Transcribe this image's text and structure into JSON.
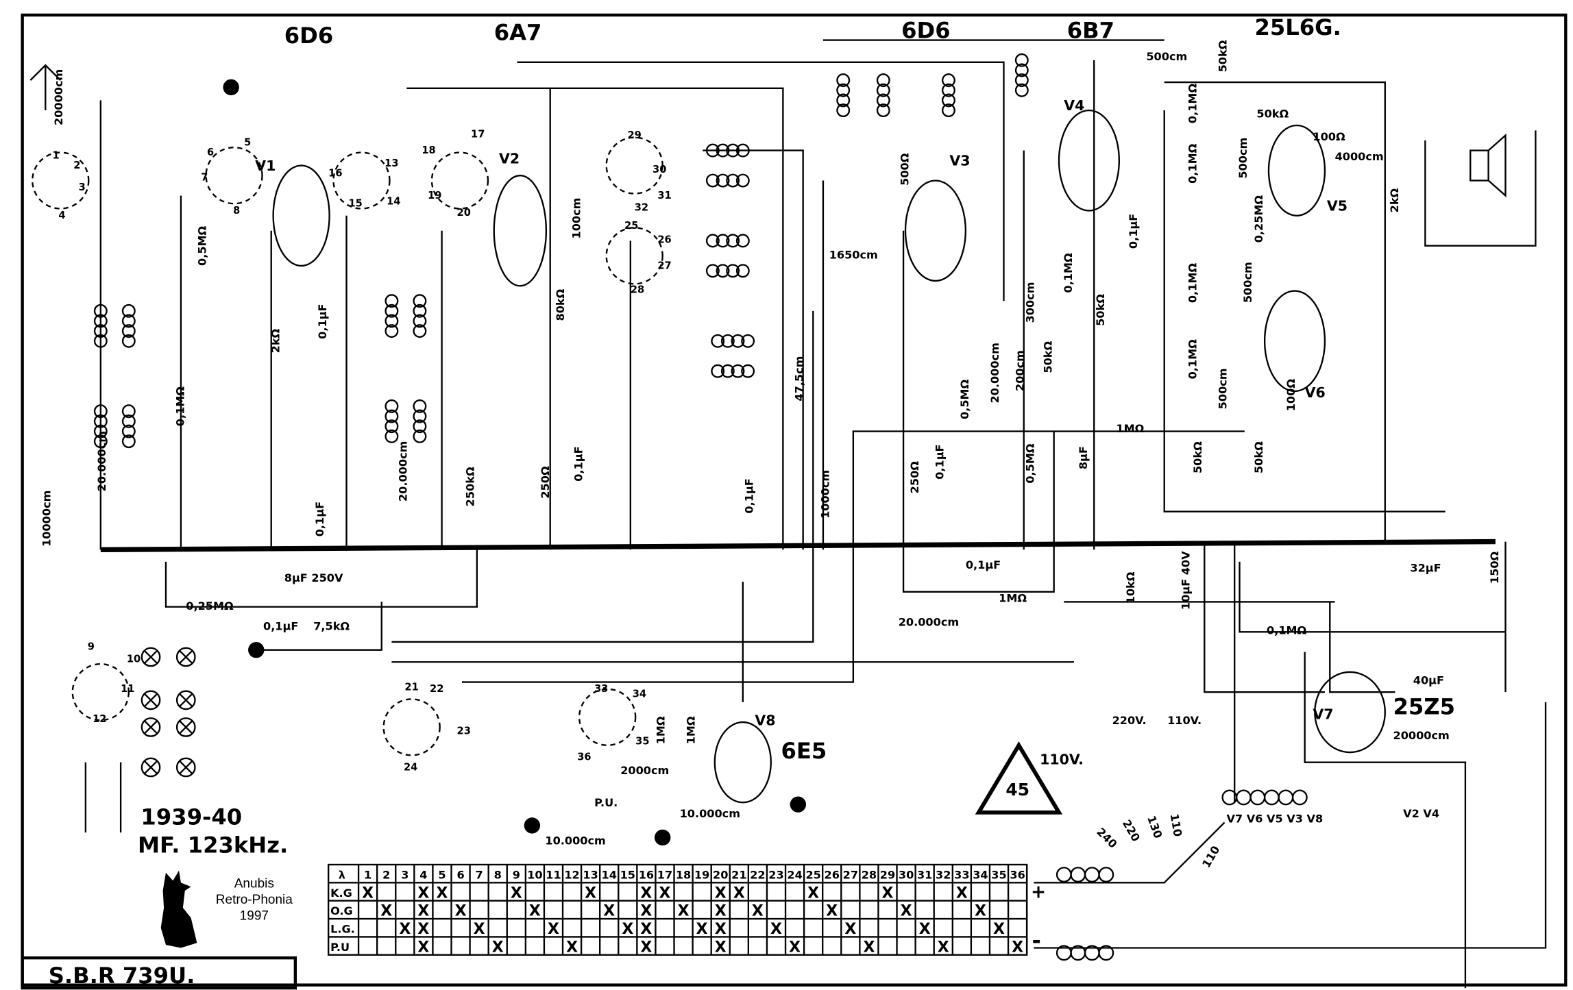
{
  "title_block": {
    "model": "S.B.R 739U.",
    "year": "1939-40",
    "if_freq": "MF. 123kHz."
  },
  "logo": {
    "line1": "Anubis",
    "line2": "Retro-Phonia",
    "line3": "1997",
    "icon": "jackal-silhouette-icon"
  },
  "tubes": [
    {
      "type": "6D6",
      "ref": "V1"
    },
    {
      "type": "6A7",
      "ref": "V2"
    },
    {
      "type": "6D6",
      "ref": "V3"
    },
    {
      "type": "6B7",
      "ref": "V4"
    },
    {
      "type": "25L6G.",
      "ref": "V5"
    },
    {
      "type": "",
      "ref": "V6"
    },
    {
      "type": "25Z5",
      "ref": "V7"
    },
    {
      "type": "6E5",
      "ref": "V8"
    }
  ],
  "components": [
    "20000cm",
    "20.000cm",
    "10000cm",
    "0,5MΩ",
    "2kΩ",
    "0,1µF",
    "0,1MΩ",
    "0,1µF",
    "20.000cm",
    "250kΩ",
    "8µF 250V",
    "0,25MΩ",
    "0,1µF",
    "7,5kΩ",
    "100cm",
    "80kΩ",
    "250Ω",
    "0,1µF",
    "1650cm",
    "47,5cm",
    "0,1µF",
    "1000cm",
    "500Ω",
    "250Ω",
    "0,1µF",
    "0,5MΩ",
    "20.000cm",
    "300cm",
    "200cm",
    "50kΩ",
    "0,1MΩ",
    "0,5MΩ",
    "0,1µF",
    "50kΩ",
    "8µF",
    "1MΩ",
    "500cm",
    "50kΩ",
    "50kΩ",
    "0,1MΩ",
    "0,1MΩ",
    "500cm",
    "0,25MΩ",
    "0,1MΩ",
    "500cm",
    "0,1MΩ",
    "500cm",
    "50kΩ",
    "50kΩ",
    "100Ω",
    "100Ω",
    "4000cm",
    "2kΩ",
    "0,1µF",
    "1MΩ",
    "20.000cm",
    "10kΩ",
    "10µF 40V",
    "0,1MΩ",
    "32µF",
    "150Ω",
    "40µF",
    "20000cm",
    "1MΩ",
    "1MΩ",
    "2000cm",
    "P.U.",
    "10.000cm",
    "10.000cm"
  ],
  "switch_contacts": [
    "1",
    "2",
    "3",
    "4",
    "5",
    "6",
    "7",
    "8",
    "13",
    "14",
    "15",
    "16",
    "17",
    "18",
    "19",
    "20",
    "25",
    "26",
    "27",
    "28",
    "29",
    "30",
    "31",
    "32",
    "9",
    "10",
    "11",
    "12",
    "21",
    "22",
    "23",
    "24",
    "33",
    "34",
    "35",
    "36"
  ],
  "power": {
    "mains_taps": [
      "220V.",
      "110V."
    ],
    "selector": [
      "240",
      "220",
      "130",
      "110"
    ],
    "dropper": "110",
    "heater_chain": "V7 V6 V5 V3 V8",
    "heater_chain_2": "V2 V4",
    "warning_value": "45",
    "warning_voltage": "110V.",
    "plus": "+",
    "minus": "-"
  },
  "switch_table": {
    "header": "λ",
    "columns": [
      "1",
      "2",
      "3",
      "4",
      "5",
      "6",
      "7",
      "8",
      "9",
      "10",
      "11",
      "12",
      "13",
      "14",
      "15",
      "16",
      "17",
      "18",
      "19",
      "20",
      "21",
      "22",
      "23",
      "24",
      "25",
      "26",
      "27",
      "28",
      "29",
      "30",
      "31",
      "32",
      "33",
      "34",
      "35",
      "36"
    ],
    "rows": [
      {
        "label": "K.G",
        "marked": [
          1,
          4,
          5,
          9,
          13,
          16,
          17,
          20,
          21,
          25,
          29,
          33
        ]
      },
      {
        "label": "O.G",
        "marked": [
          2,
          4,
          6,
          10,
          14,
          16,
          18,
          20,
          22,
          26,
          30,
          34
        ]
      },
      {
        "label": "L.G.",
        "marked": [
          3,
          4,
          7,
          11,
          15,
          16,
          19,
          20,
          23,
          27,
          31,
          35
        ]
      },
      {
        "label": "P.U",
        "marked": [
          4,
          8,
          12,
          16,
          20,
          24,
          28,
          32,
          36
        ]
      }
    ],
    "mark": "X"
  }
}
